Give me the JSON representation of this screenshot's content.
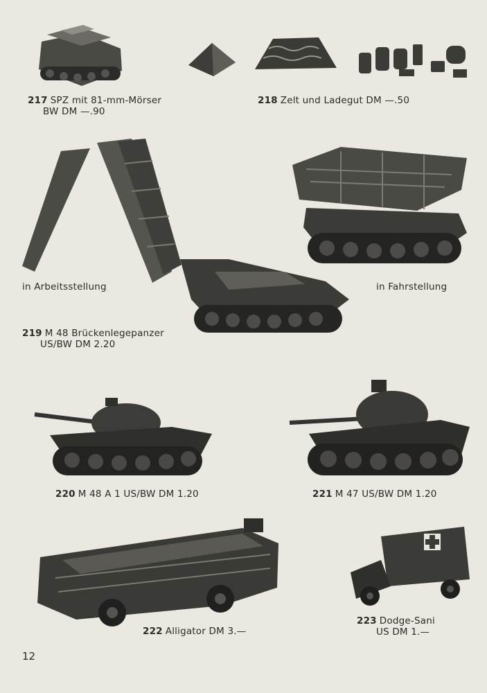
{
  "page_number": "12",
  "items": [
    {
      "number": "217",
      "line1": "SPZ mit 81-mm-Mörser",
      "line2": "BW  DM —.90"
    },
    {
      "number": "218",
      "line1": "Zelt und Ladegut  DM —.50"
    },
    {
      "number": "219",
      "line1": "M 48  Brückenlegepanzer",
      "line2": "US/BW  DM  2.20",
      "label_left": "in  Arbeitsstellung",
      "label_right": "in  Fahrstellung"
    },
    {
      "number": "220",
      "line1": "M 48  A 1   US/BW   DM  1.20"
    },
    {
      "number": "221",
      "line1": "M 47   US/BW   DM  1.20"
    },
    {
      "number": "222",
      "line1": "Alligator   DM  3.—"
    },
    {
      "number": "223",
      "line1": "Dodge-Sani",
      "line2": "US   DM  1.—"
    }
  ]
}
